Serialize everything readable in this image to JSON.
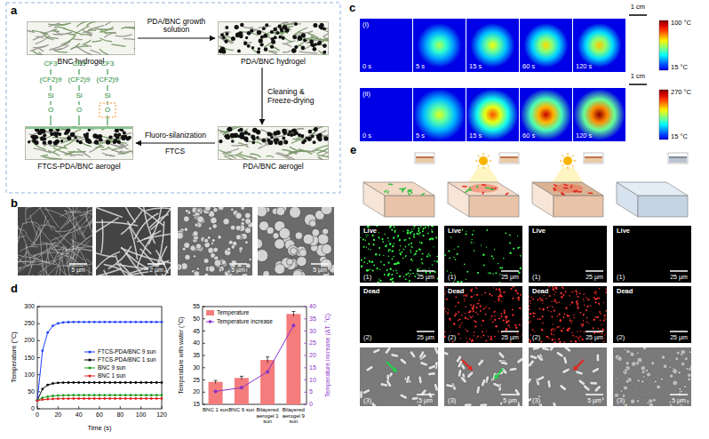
{
  "diagram": {
    "nodes": [
      {
        "text": [
          "BNC hydrogel"
        ]
      },
      {
        "text": [
          "PDA/BNC hydrogel"
        ]
      },
      {
        "text": [
          "PDA/BNC aerogel"
        ]
      },
      {
        "text": [
          "FTCS-PDA/BNC aerogel"
        ]
      }
    ],
    "edges": [
      {
        "from": 0,
        "to": 1,
        "arrow": "to",
        "label": "PDA/BNC growth solution"
      },
      {
        "from": 1,
        "to": 2,
        "arrow": "to",
        "label": "Cleaning & Freeze-drying"
      },
      {
        "from": 2,
        "to": 3,
        "arrow": "to",
        "label": "Fluoro-silanization"
      }
    ],
    "labels": [
      "a",
      "CF3",
      "(CF2)9",
      "Si",
      "O",
      "CF3",
      "(CF2)9",
      "Si",
      "O",
      "CF3",
      "(CF2)9",
      "Si",
      "O",
      "FTCS",
      "b",
      "5 µm",
      "2 µm",
      "5 µm",
      "5 µm",
      "c",
      "1 cm",
      "100 °C",
      "15 °C",
      "(i)",
      "0 s",
      "5 s",
      "15 s",
      "60 s",
      "120 s",
      "1 cm",
      "270 °C",
      "15 °C",
      "(ii)",
      "0 s",
      "5 s",
      "15 s",
      "60 s",
      "120 s",
      "d",
      "Temperature (°C)",
      "0",
      "50",
      "100",
      "150",
      "200",
      "250",
      "300",
      "Time (s)",
      "0",
      "20",
      "40",
      "60",
      "80",
      "100",
      "120",
      "Temperature with water (°C)",
      "15",
      "20",
      "25",
      "30",
      "35",
      "40",
      "45",
      "50",
      "55",
      "0",
      "5",
      "10",
      "15",
      "20",
      "25",
      "30",
      "35",
      "40",
      "Temperature increase (ΔT, °C)",
      "BNC 1 sun",
      "BNC 9 sun",
      "Bilayered aerogel 1 sun",
      "Bilayered aerogel 9 sun",
      "e",
      "Live",
      "(1)",
      "25 µm",
      "Dead",
      "(2)",
      "25 µm",
      "(3)",
      "5 µm",
      "Live",
      "(1)",
      "25 µm",
      "Dead",
      "(2)",
      "25 µm",
      "(3)",
      "5 µm",
      "Live",
      "(1)",
      "25 µm",
      "Dead",
      "(2)",
      "25 µm",
      "(3)",
      "5 µm",
      "Live",
      "(1)",
      "25 µm",
      "Dead",
      "(2)",
      "25 µm",
      "(3)",
      "5 µm"
    ],
    "legend": [
      {
        "text": "FTCS-PDA/BNC 9 sun"
      },
      {
        "text": "FTCS-PDA/BNC 1 sun"
      },
      {
        "text": "BNC 9 sun"
      },
      {
        "text": "BNC 1 sun"
      },
      {
        "text": "Temperature",
        "color": "#f47c7c"
      },
      {
        "text": "Temperature increase"
      }
    ]
  }
}
